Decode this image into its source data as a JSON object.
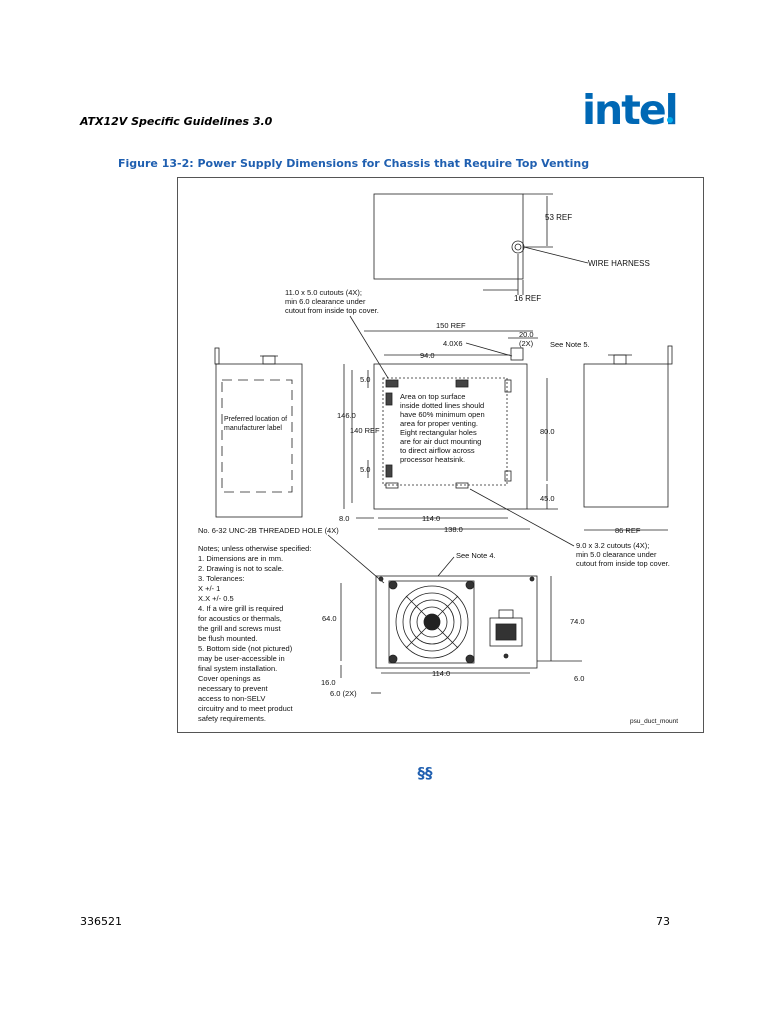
{
  "header": {
    "title": "ATX12V Specific Guidelines 3.0",
    "logo_text": "intel"
  },
  "figure": {
    "caption": "Figure 13-2: Power Supply Dimensions for Chassis that Require Top Venting",
    "labels": {
      "ref53": "53 REF",
      "wire_harness": "WIRE HARNESS",
      "ref16": "16 REF",
      "cutout_note": [
        "11.0 x 5.0 cutouts (4X);",
        "min 6.0 clearance under",
        "cutout from inside top cover."
      ],
      "ref150": "150 REF",
      "dim20": "20.0",
      "dim2x": "(2X)",
      "see_note5": "See Note 5.",
      "dim4x6": "4.0X6",
      "dim94": "94.0",
      "dim5a": "5.0",
      "dim5b": "5.0",
      "dim146": "146.0",
      "ref140": "140 REF",
      "dim80": "80.0",
      "dim45": "45.0",
      "preferred_label": [
        "Preferred location of",
        "manufacturer label"
      ],
      "vent_note": [
        "Area on top surface",
        "inside dotted lines should",
        "have 60% minimum open",
        "area for proper venting.",
        "Eight rectangular holes",
        "are for air duct mounting",
        "to direct airflow across",
        "processor heatsink."
      ],
      "dim8": "8.0",
      "dim114a": "114.0",
      "ref86": "86 REF",
      "threaded_hole": "No. 6-32 UNC-2B THREADED HOLE (4X)",
      "dim138": "138.0",
      "cutout_note2": [
        "9.0 x 3.2 cutouts (4X);",
        "min 5.0 clearance under",
        "cutout from inside top cover."
      ],
      "see_note4": "See Note 4.",
      "notes": [
        "Notes; unless otherwise specified:",
        "1. Dimensions are in mm.",
        "2. Drawing is not to scale.",
        "3. Tolerances:",
        "     X +/- 1",
        "     X.X +/- 0.5",
        "4. If a wire grill is required",
        "    for acoustics or thermals,",
        "    the grill and screws must",
        "    be flush mounted.",
        "5. Bottom side (not pictured)",
        "    may be user-accessible in",
        "    final system installation.",
        "    Cover openings as",
        "    necessary to prevent",
        "    access to non-SELV",
        "    circuitry and to meet product",
        "    safety requirements."
      ],
      "dim64": "64.0",
      "dim74": "74.0",
      "dim16": "16.0",
      "dim114b": "114.0",
      "dim6": "6.0",
      "dim6_2x": "6.0 (2X)",
      "drawing_id": "psu_duct_mount"
    }
  },
  "footer": {
    "section_mark": "§§",
    "doc_number": "336521",
    "page_number": "73"
  }
}
